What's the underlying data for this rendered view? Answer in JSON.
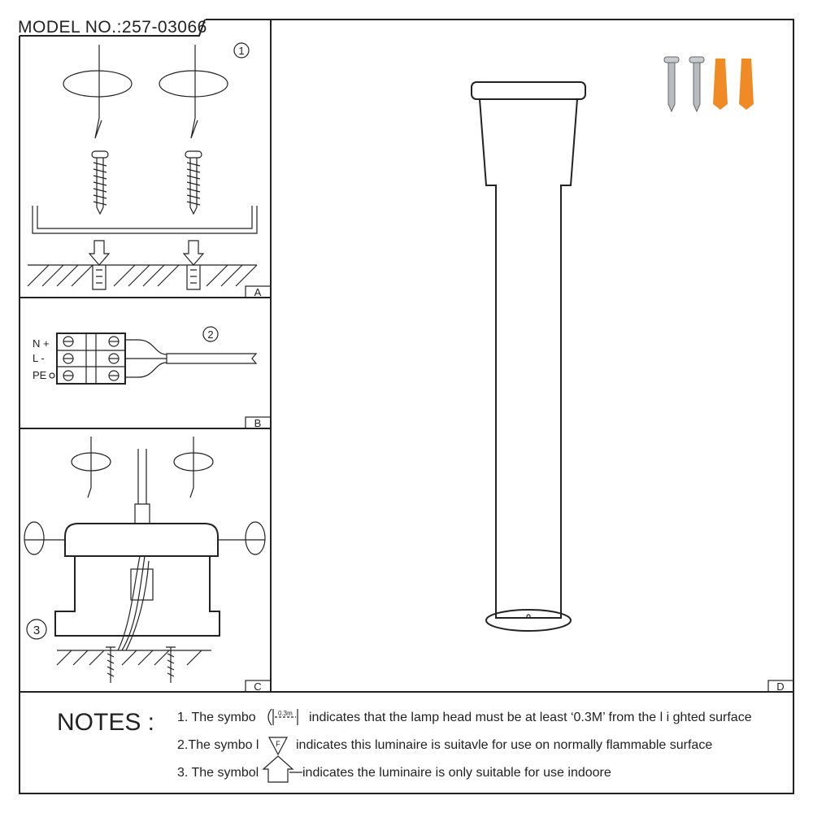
{
  "header": {
    "model_label": "MODEL NO.:257-03066"
  },
  "panels": {
    "a": {
      "letter": "A",
      "step": "1"
    },
    "b": {
      "letter": "B",
      "step": "2",
      "terminals": [
        "N +",
        "L -",
        "PE"
      ]
    },
    "c": {
      "letter": "C",
      "step": "3"
    },
    "d": {
      "letter": "D"
    }
  },
  "notes": {
    "title": "NOTES :",
    "items": [
      {
        "prefix": "1. The symbo",
        "symbol_text": "0.3m",
        "text": "indicates that the lamp head must be at least ‘0.3M’ from the l i ghted surface"
      },
      {
        "prefix": "2.The symbo l",
        "symbol_text": "F",
        "text": "indicates this luminaire is suitavle for use on normally flammable surface"
      },
      {
        "prefix": "3. The symbol",
        "text": "indicates the luminaire is only suitable for use indoore"
      }
    ]
  },
  "colors": {
    "line": "#222222",
    "anchor": "#f08a24",
    "screw": "#b8bcc0"
  }
}
